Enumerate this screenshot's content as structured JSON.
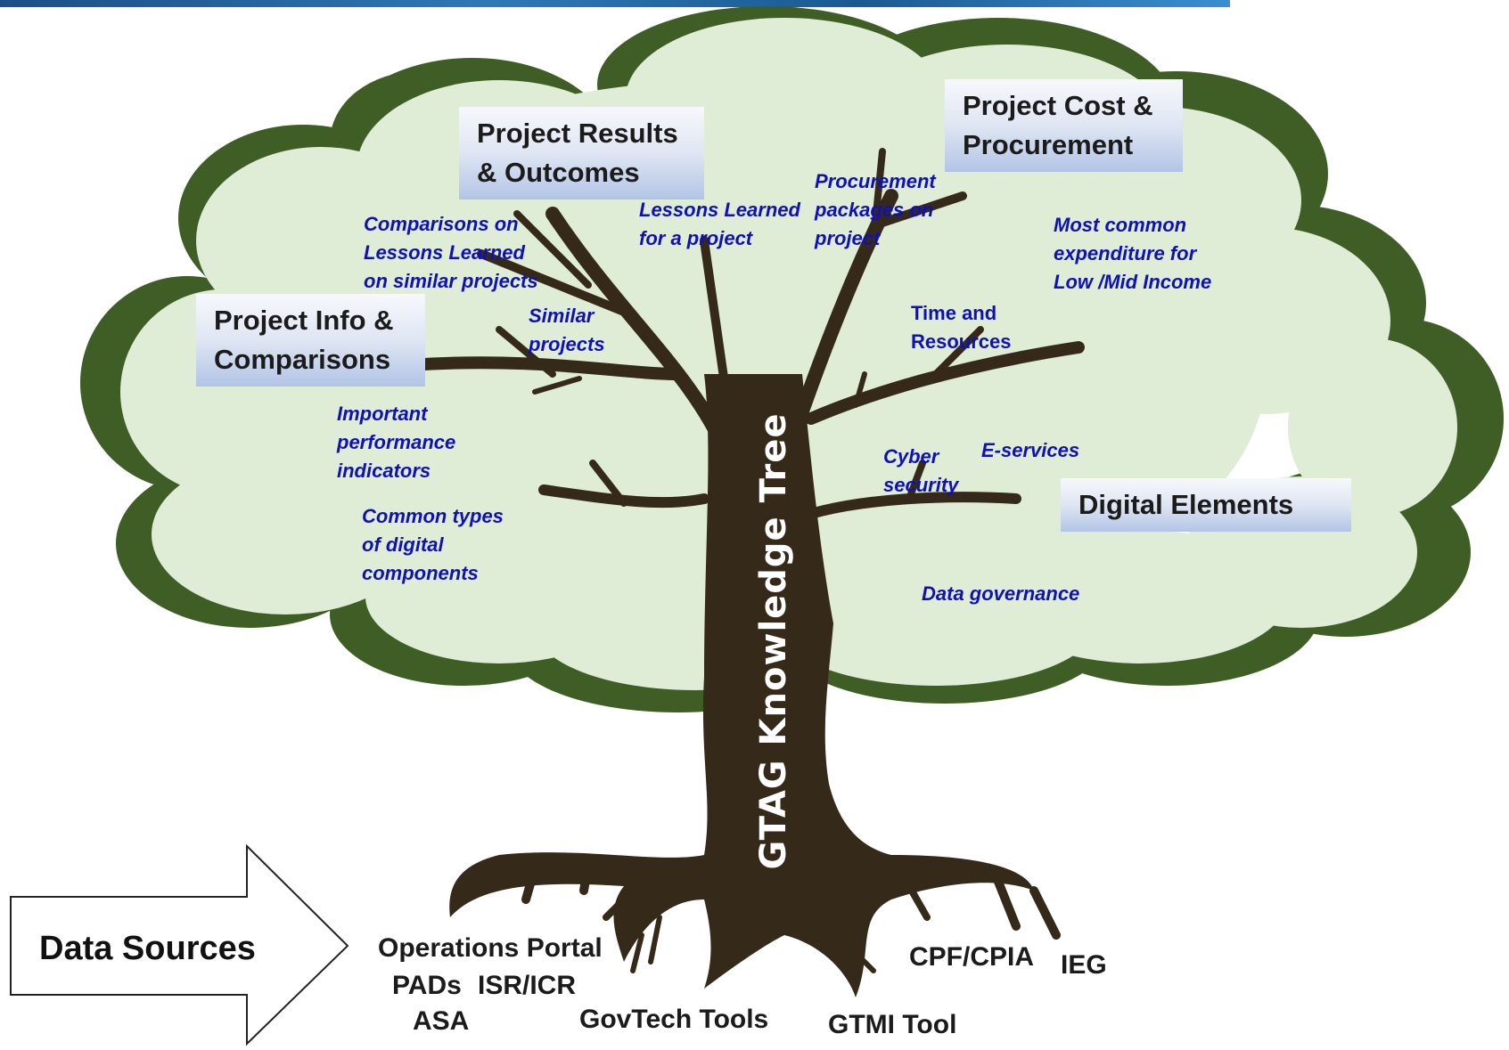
{
  "tree_title": "GTAG Knowledge Tree",
  "categories": {
    "results": [
      "Project Results",
      "& Outcomes"
    ],
    "cost": [
      "Project Cost &",
      "Procurement"
    ],
    "info": [
      "Project Info &",
      "Comparisons"
    ],
    "digital": [
      "Digital Elements"
    ]
  },
  "labels": {
    "comparisons_lessons": [
      "Comparisons on",
      "Lessons Learned",
      "on similar projects"
    ],
    "lessons_project": [
      "Lessons Learned",
      "for a project"
    ],
    "procurement_packages": [
      "Procurement",
      "packages on",
      "project"
    ],
    "most_common_expenditure": [
      "Most common",
      "expenditure for",
      "Low /Mid Income"
    ],
    "time_resources": [
      "Time and",
      "Resources"
    ],
    "similar_projects": [
      "Similar",
      "projects"
    ],
    "performance_indicators": [
      "Important",
      "performance",
      "indicators"
    ],
    "common_types": [
      "Common types",
      "of digital",
      "components"
    ],
    "cyber_security": [
      "Cyber",
      "security"
    ],
    "e_services": "E-services",
    "data_governance": "Data governance"
  },
  "data_sources": {
    "arrow_label": "Data Sources",
    "items": {
      "operations_portal": "Operations Portal",
      "pads": "PADs",
      "isr_icr": "ISR/ICR",
      "asa": "ASA",
      "govtech_tools": "GovTech Tools",
      "gtmi_tool": "GTMI Tool",
      "cpf_cpia": "CPF/CPIA",
      "ieg": "IEG"
    }
  },
  "colors": {
    "canopy_light": "#dfecd6",
    "canopy_dark": "#3f5e26",
    "trunk": "#35291a",
    "label_blue": "#1010b8",
    "box_top": "#f6f8fc",
    "box_bottom": "#b2c4e6"
  }
}
